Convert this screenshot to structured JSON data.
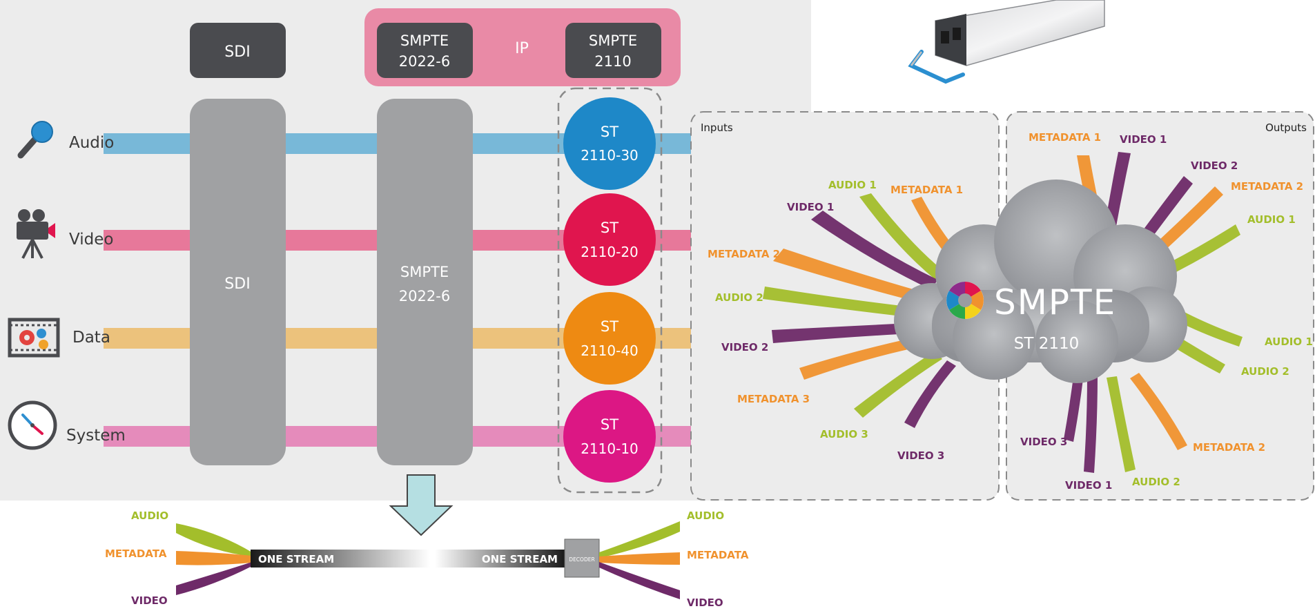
{
  "left_panel": {
    "top_boxes": {
      "sdi": "SDI",
      "smpte_2022_6": [
        "SMPTE",
        "2022-6"
      ],
      "ip": "IP",
      "smpte_2110": [
        "SMPTE",
        "2110"
      ]
    },
    "rows": [
      {
        "label": "Audio",
        "icon": "microphone-icon",
        "color": "#78b8d8"
      },
      {
        "label": "Video",
        "icon": "video-camera-icon",
        "color": "#e7789a"
      },
      {
        "label": "Data",
        "icon": "data-gears-icon",
        "color": "#ecc27c"
      },
      {
        "label": "System",
        "icon": "clock-icon",
        "color": "#e58bbb"
      }
    ],
    "columns": {
      "sdi": "SDI",
      "smpte_2022_6": [
        "SMPTE",
        "2022-6"
      ]
    },
    "circles": [
      {
        "line1": "ST",
        "line2": "2110-30",
        "color": "#1e88c8"
      },
      {
        "line1": "ST",
        "line2": "2110-20",
        "color": "#e0154e"
      },
      {
        "line1": "ST",
        "line2": "2110-40",
        "color": "#ee8a12"
      },
      {
        "line1": "ST",
        "line2": "2110-10",
        "color": "#dc1784"
      }
    ]
  },
  "bottom_stream": {
    "left_labels": [
      "AUDIO",
      "METADATA",
      "VIDEO"
    ],
    "right_labels": [
      "AUDIO",
      "METADATA",
      "VIDEO"
    ],
    "stream_left": "ONE STREAM",
    "stream_right": "ONE STREAM",
    "decoder": "DECODER"
  },
  "right_panel": {
    "inputs_title": "Inputs",
    "outputs_title": "Outputs",
    "cloud_brand": "SMPTE",
    "cloud_sub": "ST 2110",
    "inputs": [
      "AUDIO 1",
      "METADATA 1",
      "VIDEO 1",
      "METADATA 2",
      "AUDIO 2",
      "VIDEO 2",
      "METADATA 3",
      "AUDIO 3",
      "VIDEO 3"
    ],
    "outputs": [
      "METADATA 1",
      "VIDEO 1",
      "VIDEO 2",
      "METADATA 2",
      "AUDIO 1",
      "AUDIO 1",
      "AUDIO 2",
      "VIDEO 3",
      "METADATA 2",
      "VIDEO 1",
      "AUDIO 2"
    ]
  },
  "colors": {
    "audio": "#a3be2b",
    "metadata": "#f0922e",
    "video": "#6e2a68",
    "panel_bg": "#ededed",
    "ip_box": "#e98aa6",
    "dark_box": "#4a4b4f",
    "column": "#a0a1a3"
  }
}
